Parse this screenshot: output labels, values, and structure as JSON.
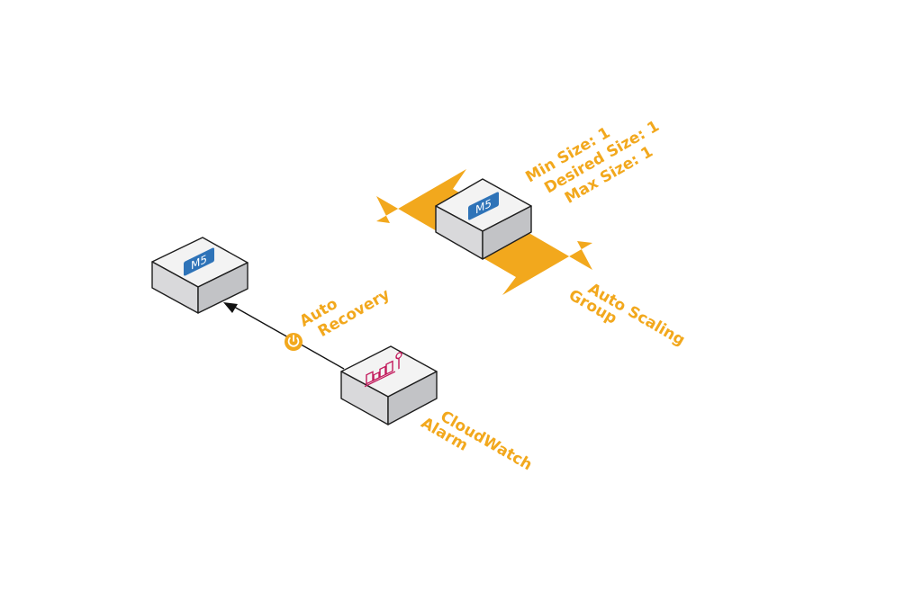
{
  "colors": {
    "accent": "#F2A81D",
    "badge": "#2E73B8",
    "cloudwatch": "#C2185B",
    "arrow": "#111111",
    "cube_top": "#F3F3F3",
    "cube_left": "#D9D9DB",
    "cube_right": "#C2C3C6",
    "cube_edge": "#1E1E1E"
  },
  "nodes": {
    "instance_left": {
      "badge": "M5"
    },
    "instance_asg": {
      "badge": "M5"
    },
    "cloudwatch": {
      "icon": "cloudwatch-alarm-icon"
    }
  },
  "labels": {
    "auto_recovery": [
      "Auto",
      "Recovery"
    ],
    "asg_sizes": [
      "Min Size: 1",
      "Desired Size: 1",
      "Max Size: 1"
    ],
    "asg_name": [
      "Auto Scaling",
      "Group"
    ],
    "cloudwatch_alarm": [
      "CloudWatch",
      "Alarm"
    ]
  },
  "icons": {
    "recovery": "power-icon",
    "scaling": "double-arrow-icon"
  }
}
